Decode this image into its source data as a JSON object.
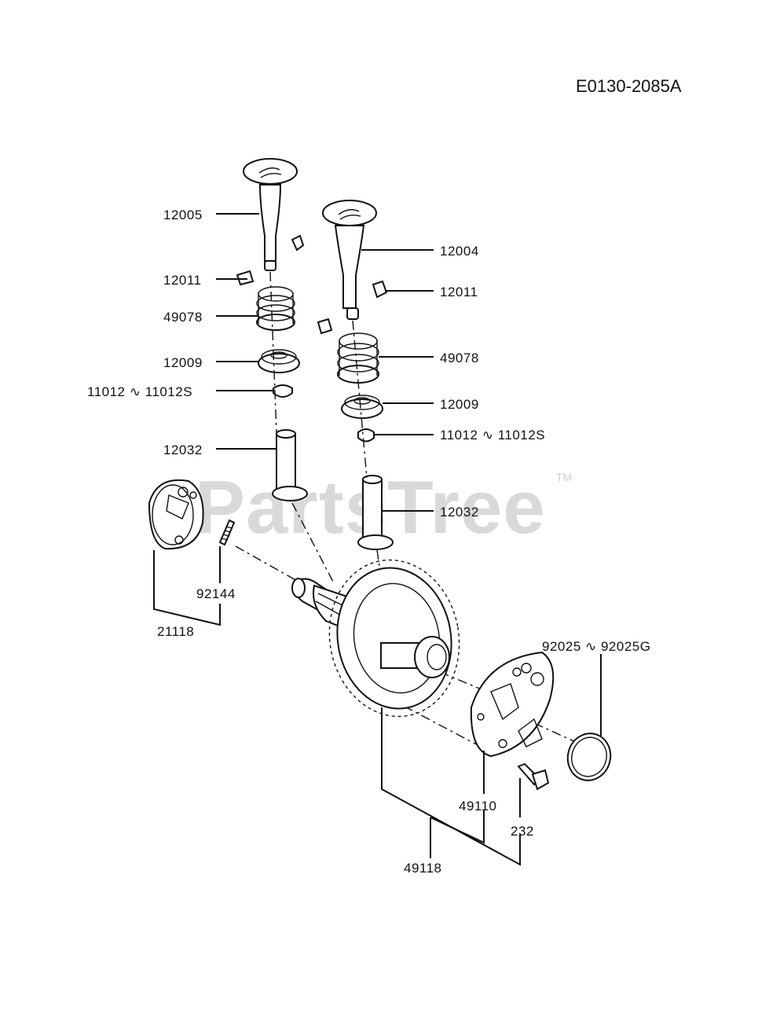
{
  "diagram": {
    "code": "E0130-2085A",
    "watermark": "PartsTree",
    "trademark": "TM",
    "labels": {
      "valve_left": "12005",
      "valve_right": "12004",
      "collet_left": "12011",
      "collet_right": "12011",
      "spring_left": "49078",
      "spring_right": "49078",
      "retainer_left": "12009",
      "retainer_right": "12009",
      "seal_left": "11012 ∿ 11012S",
      "seal_right": "11012 ∿ 11012S",
      "tappet_left": "12032",
      "tappet_right": "12032",
      "pin": "92144",
      "decomp_assy": "21118",
      "oring": "92025 ∿ 92025G",
      "governor": "49110",
      "bolt": "232",
      "camshaft_assy": "49118"
    }
  }
}
